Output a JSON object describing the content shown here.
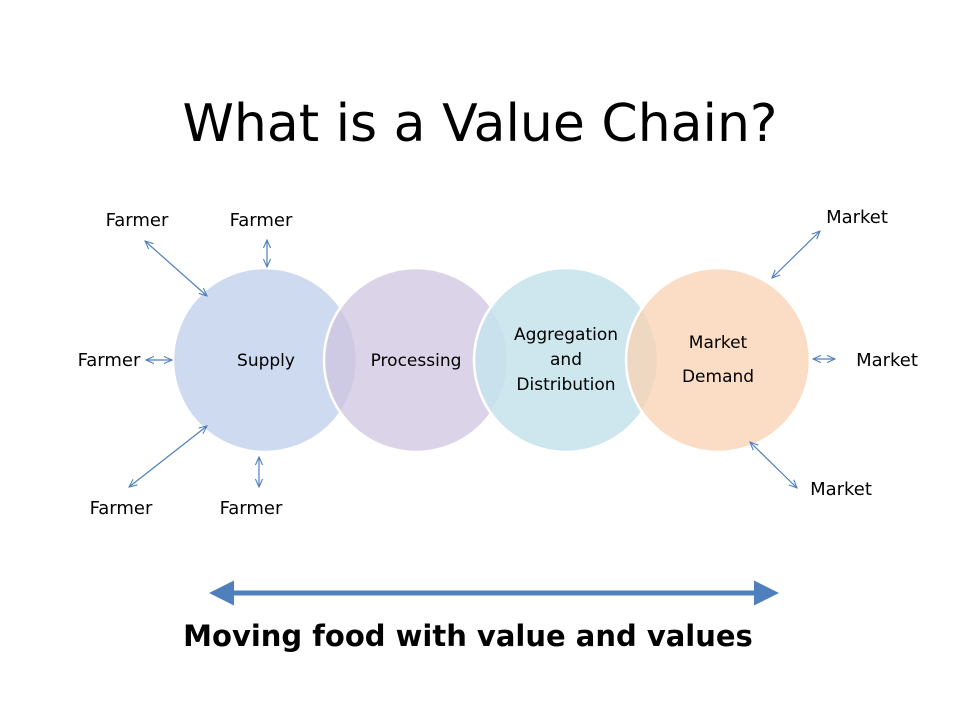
{
  "title": "What is a Value Chain?",
  "stages": {
    "supply": "Supply",
    "processing": "Processing",
    "aggregation": [
      "Aggregation",
      "and",
      "Distribution"
    ],
    "market_demand": [
      "Market",
      "Demand"
    ]
  },
  "farmers": {
    "top_left": "Farmer",
    "top": "Farmer",
    "left": "Farmer",
    "bottom_left": "Farmer",
    "bottom": "Farmer"
  },
  "markets": {
    "top_right": "Market",
    "right": "Market",
    "bottom_right": "Market"
  },
  "tagline": "Moving food with value and values",
  "colors": {
    "supply": "#c5d4ec",
    "processing": "#d7cde4",
    "aggregation": "#c5e3ec",
    "market_demand": "#fadbc3",
    "connector": "#4f7fbd",
    "big_arrow": "#4f7fbd"
  }
}
